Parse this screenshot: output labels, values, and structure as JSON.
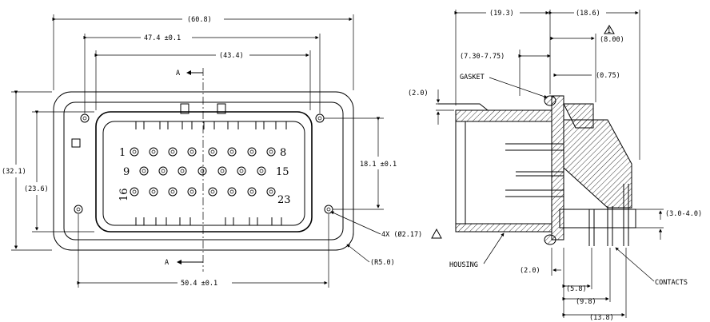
{
  "front_view": {
    "dim_overall_width": "(60.8)",
    "dim_flange_hole_spacing": "47.4 ±0.1",
    "dim_body_width": "(43.4)",
    "dim_overall_height": "(32.1)",
    "dim_body_height": "(23.6)",
    "dim_hole_vertical": "18.1 ±0.1",
    "dim_hole_horizontal": "50.4 ±0.1",
    "hole_callout": "4X (Ø2.17)",
    "radius_callout": "(R5.0)",
    "section_label_top": "A",
    "section_label_bottom": "A",
    "pin_labels": [
      "1",
      "8",
      "9",
      "15",
      "16",
      "23"
    ]
  },
  "side_view": {
    "dim_left_depth": "(19.3)",
    "dim_right_depth": "(18.6)",
    "dim_flange_ref": "(8.00)",
    "dim_gasket_range": "(7.30-7.75)",
    "dim_flange_thickness": "(0.75)",
    "dim_lip": "(2.0)",
    "dim_housing_offset": "(2.0)",
    "dim_pcb_lead": "(3.0-4.0)",
    "dim_row1": "(5.8)",
    "dim_row2": "(9.8)",
    "dim_row3": "(13.8)",
    "label_gasket": "GASKET",
    "label_housing": "HOUSING",
    "label_contacts": "CONTACTS",
    "note_flag": "1"
  }
}
